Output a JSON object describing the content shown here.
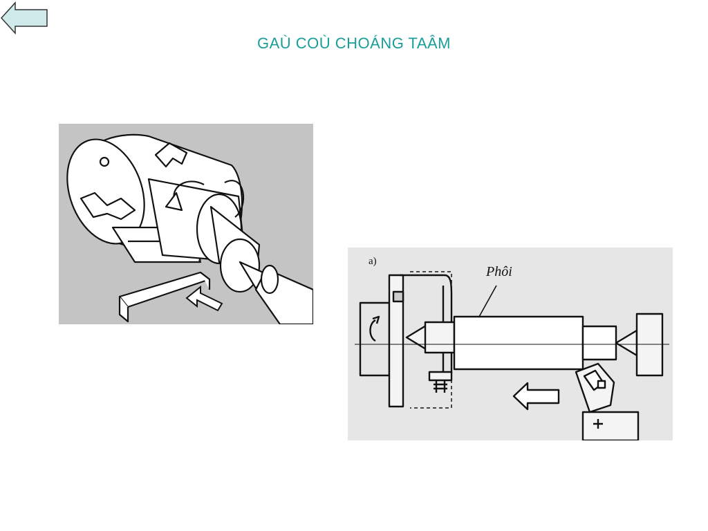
{
  "slide": {
    "title": "GAÙ COÙ CHOÁNG TAÂM"
  },
  "navigation": {
    "back_icon": "left-arrow-icon",
    "back_color": "#cfeaea"
  },
  "figures": {
    "left": {
      "background": "#c4c4c4"
    },
    "right": {
      "background": "#e6e6e6",
      "sub_label": "a)",
      "workpiece_label": "Phôi"
    }
  },
  "colors": {
    "title": "#1a9c98",
    "line": "#111111"
  }
}
